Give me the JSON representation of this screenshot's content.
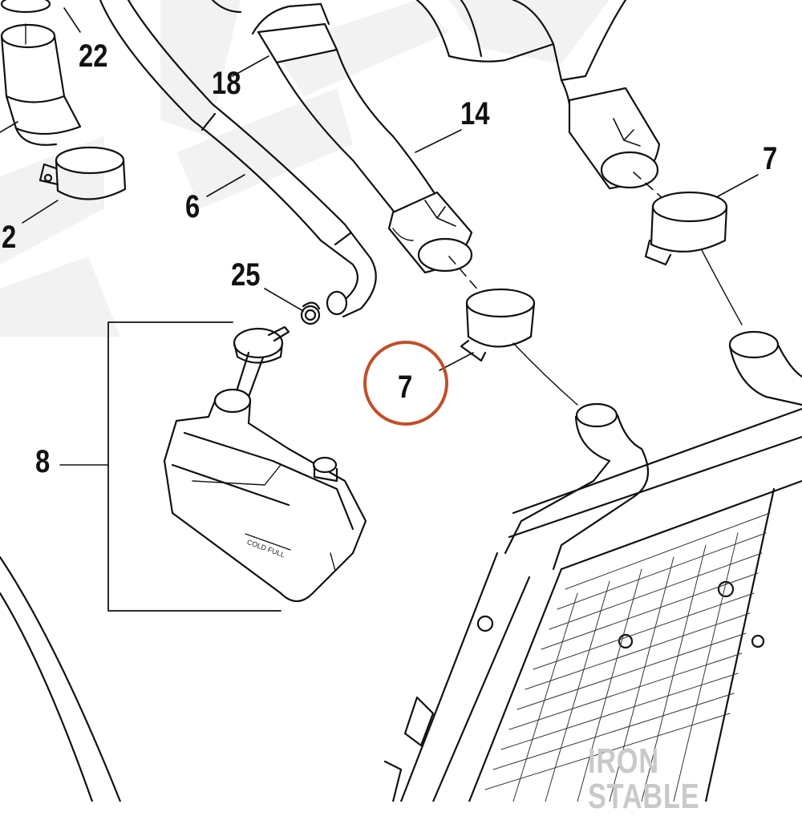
{
  "diagram": {
    "callouts": {
      "c22": "22",
      "c18": "18",
      "c14": "14",
      "c7a": "7",
      "c6": "6",
      "c2": "2",
      "c25": "25",
      "c7b": "7",
      "c8": "8"
    },
    "reservoir_marking": "COLD FULL",
    "watermark": "IRON STABLE",
    "highlight_color": "#c0502a",
    "line_color": "#111111"
  }
}
